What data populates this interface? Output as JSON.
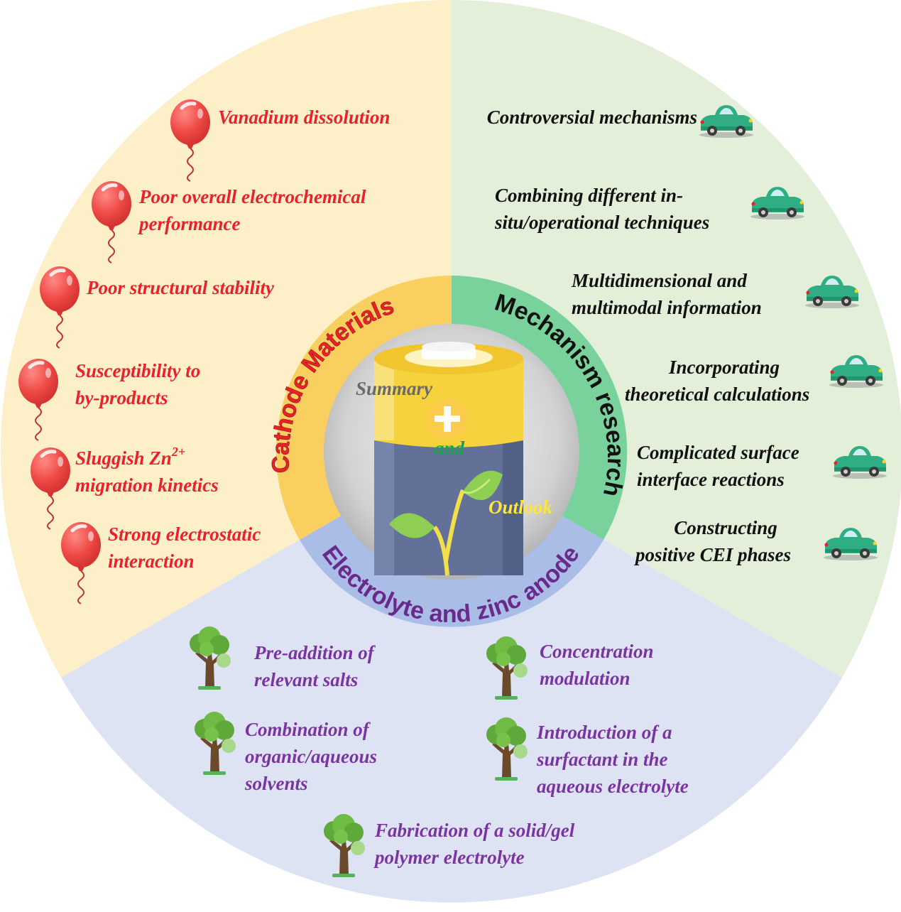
{
  "center": {
    "summary": "Summary",
    "and": "and",
    "outlook": "Outlook"
  },
  "ring": {
    "cathode": "Cathode Materials",
    "mechanism": "Mechanism research",
    "electrolyte": "Electrolyte and zinc anode"
  },
  "cathode_items": [
    {
      "lines": [
        "Vanadium dissolution"
      ]
    },
    {
      "lines": [
        "Poor overall electrochemical",
        "performance"
      ]
    },
    {
      "lines": [
        "Poor structural stability"
      ]
    },
    {
      "lines": [
        "Susceptibility to",
        "by-products"
      ]
    },
    {
      "lines": [
        "Sluggish Zn",
        "migration kinetics"
      ],
      "superscript": "2+"
    },
    {
      "lines": [
        "Strong electrostatic",
        "interaction"
      ]
    }
  ],
  "mechanism_items": [
    {
      "lines": [
        "Controversial mechanisms"
      ]
    },
    {
      "lines": [
        "Combining different in-",
        "situ/operational techniques"
      ]
    },
    {
      "lines": [
        "Multidimensional and",
        "multimodal information"
      ]
    },
    {
      "lines": [
        "Incorporating",
        "theoretical calculations"
      ]
    },
    {
      "lines": [
        "Complicated surface",
        "interface reactions"
      ]
    },
    {
      "lines": [
        "Constructing",
        "positive CEI phases"
      ]
    }
  ],
  "electrolyte_items": [
    {
      "lines": [
        "Pre-addition of",
        "relevant salts"
      ]
    },
    {
      "lines": [
        "Concentration",
        "modulation"
      ]
    },
    {
      "lines": [
        "Combination of",
        "organic/aqueous",
        "solvents"
      ]
    },
    {
      "lines": [
        "Introduction of a",
        "surfactant in the",
        "aqueous electrolyte"
      ]
    },
    {
      "lines": [
        "Fabrication of a solid/gel",
        "polymer electrolyte"
      ]
    }
  ],
  "colors": {
    "cathode_sector": "#fdefc8",
    "mechanism_sector": "#e4efd9",
    "electrolyte_sector": "#dde3f3",
    "cathode_ring": "#f9cf5f",
    "mechanism_ring": "#79d29c",
    "electrolyte_ring": "#a9bde6",
    "cathode_text": "#e8212a",
    "mechanism_text": "#111111",
    "electrolyte_text": "#7a34a2"
  },
  "icons": {
    "cathode": "balloon-icon",
    "mechanism": "car-icon",
    "electrolyte": "tree-icon",
    "center": "battery-icon"
  }
}
